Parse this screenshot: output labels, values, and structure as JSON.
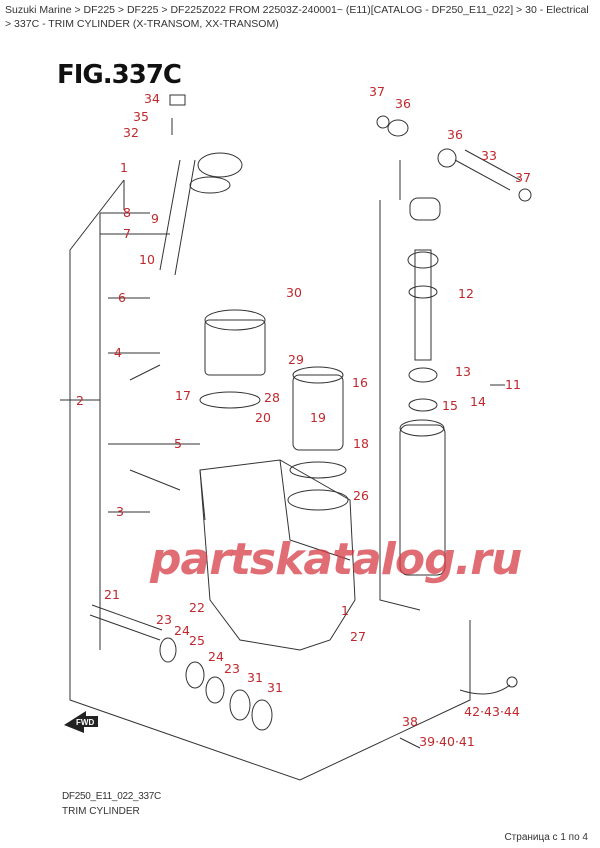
{
  "breadcrumb": "Suzuki Marine > DF225 > DF225 > DF225Z022 FROM 22503Z-240001~ (E11)[CATALOG - DF250_E11_022] > 30 - Electrical > 337C - TRIM CYLINDER (X-TRANSOM, XX-TRANSOM)",
  "figure_title": "FIG.337C",
  "callouts": [
    "34",
    "35",
    "32",
    "37",
    "36",
    "36",
    "33",
    "37",
    "1",
    "8",
    "9",
    "7",
    "10",
    "6",
    "30",
    "12",
    "4",
    "29",
    "11",
    "13",
    "16",
    "2",
    "17",
    "28",
    "20",
    "15",
    "14",
    "19",
    "5",
    "18",
    "26",
    "3",
    "21",
    "22",
    "23",
    "24",
    "25",
    "24",
    "23",
    "31",
    "31",
    "1",
    "27",
    "42·43·44",
    "38",
    "39·40·41"
  ],
  "fwd_label": "FWD",
  "watermark": "partskatalog.ru",
  "diagram_code": "DF250_E11_022_337C",
  "diagram_subtitle": "TRIM CYLINDER",
  "pagination": "Страница с 1 по 4",
  "colors": {
    "callout": "#c0282d",
    "watermark": "#d63c46"
  }
}
